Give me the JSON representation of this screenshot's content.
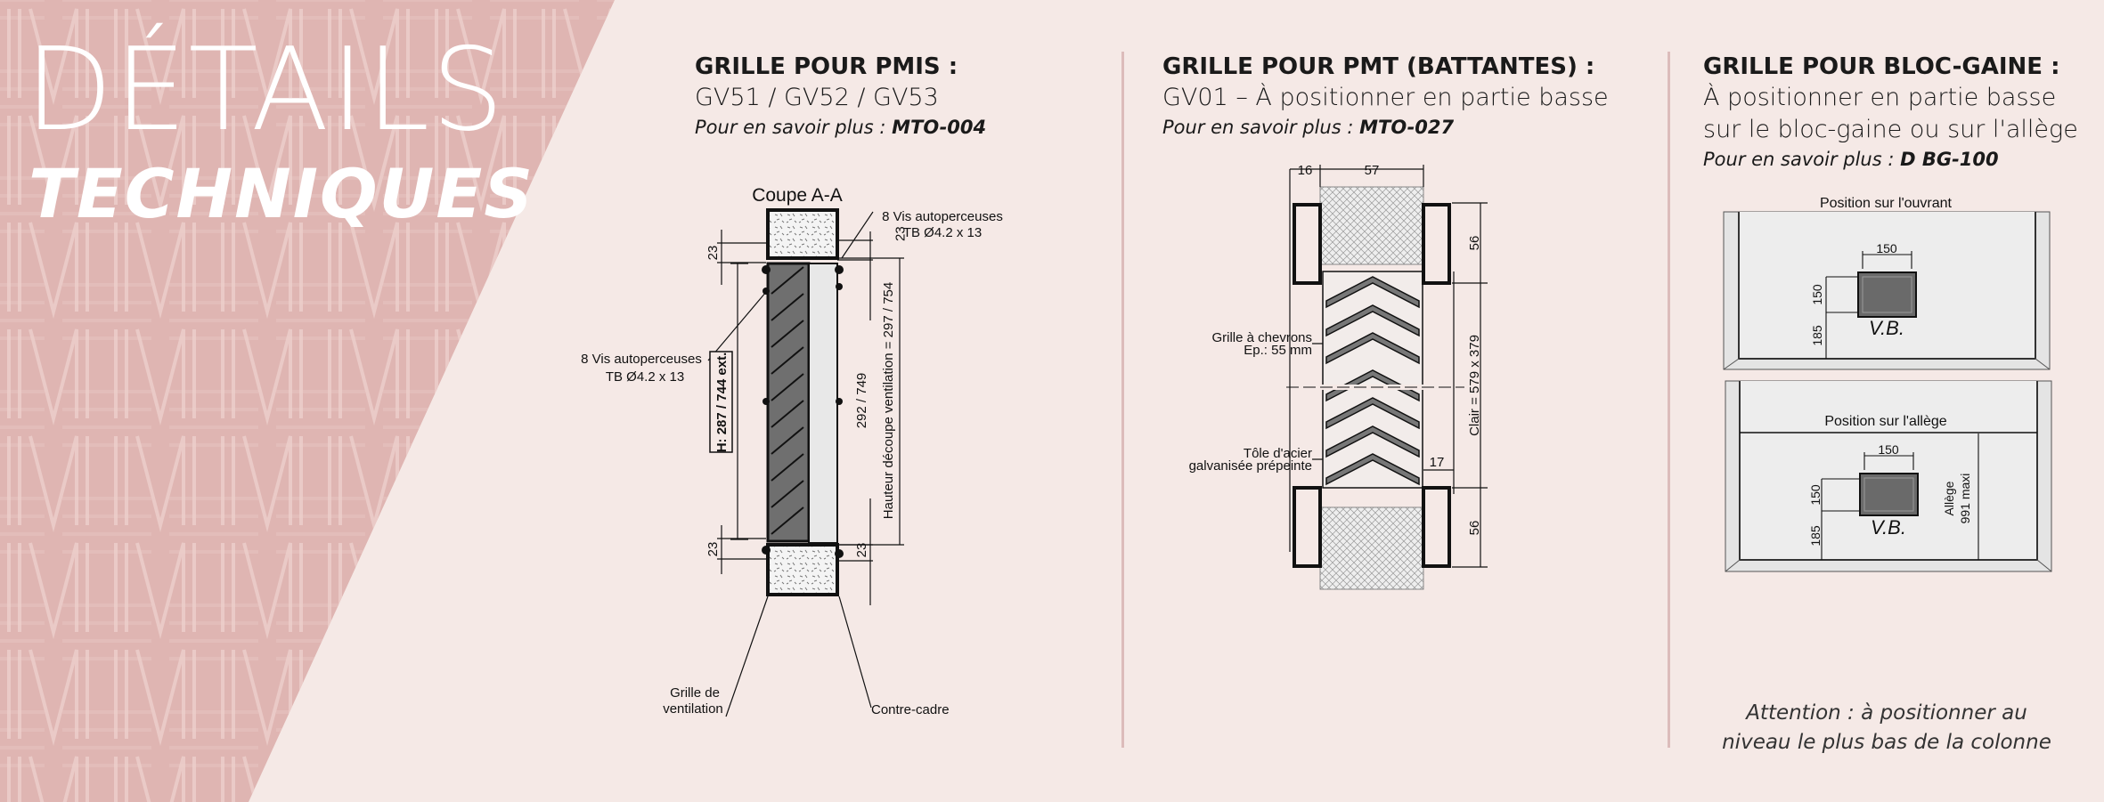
{
  "banner": {
    "title_line1": "DÉTAILS",
    "title_line2": "TECHNIQUES",
    "color": "#dfb5b2"
  },
  "columns": [
    {
      "title": "GRILLE POUR PMIS :",
      "subtitle_lines": [
        "GV51 / GV52 / GV53"
      ],
      "more_prefix": "Pour en savoir plus : ",
      "more_ref": "MTO-004",
      "drawing": {
        "section_title": "Coupe A-A",
        "screws_top_1": "8 Vis autoperceuses",
        "screws_top_2": "TB Ø4.2 x 13",
        "screws_left_1": "8 Vis autoperceuses",
        "screws_left_2": "TB Ø4.2 x 13",
        "dim_top_left": "23",
        "dim_top_right": "23",
        "dim_bottom_left": "23",
        "dim_bottom_right": "23",
        "dim_h": "H: 287 / 744 ext.",
        "dim_mid": "292 / 749",
        "dim_cut": "Hauteur découpe ventilation = 297 / 754",
        "label_grille_1": "Grille de",
        "label_grille_2": "ventilation",
        "label_contre": "Contre-cadre"
      }
    },
    {
      "title": "GRILLE POUR PMT (BATTANTES) :",
      "subtitle_lines": [
        "GV01 – À positionner en partie basse"
      ],
      "more_prefix": "Pour en savoir plus : ",
      "more_ref": "MTO-027",
      "drawing": {
        "dim_16": "16",
        "dim_57": "57",
        "dim_56_top": "56",
        "dim_clair": "Clair = 579 x 379",
        "dim_56_bottom": "56",
        "dim_17": "17",
        "label_chevrons_1": "Grille à chevrons",
        "label_chevrons_2": "Ep.: 55 mm",
        "label_tole_1": "Tôle d'acier",
        "label_tole_2": "galvanisée prépeinte"
      }
    },
    {
      "title": "GRILLE POUR BLOC-GAINE :",
      "subtitle_lines": [
        "À positionner en partie basse",
        "sur le bloc-gaine ou sur l'allège"
      ],
      "more_prefix": "Pour en savoir plus : ",
      "more_ref": "D BG-100",
      "drawing": {
        "pos1_title": "Position sur l'ouvrant",
        "pos1_w": "150",
        "pos1_h": "150",
        "pos1_bottom": "185",
        "pos1_vb": "V.B.",
        "pos2_title": "Position sur l'allège",
        "pos2_w": "150",
        "pos2_h": "150",
        "pos2_bottom": "185",
        "pos2_vb": "V.B.",
        "allege_1": "Allège",
        "allege_2": "991 maxi"
      },
      "attention_lines": [
        "Attention : à positionner au",
        "niveau le plus bas de la colonne"
      ]
    }
  ]
}
